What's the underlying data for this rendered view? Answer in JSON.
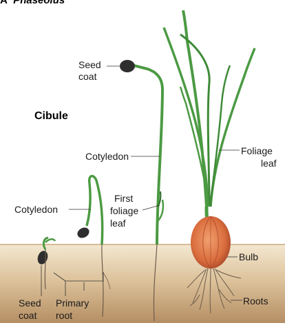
{
  "title_letter": "A",
  "title_name": "Phaseolus",
  "heading": "Cibule",
  "labels": {
    "seed_coat_top_1": "Seed",
    "seed_coat_top_2": "coat",
    "cotyledon_mid": "Cotyledon",
    "cotyledon_left": "Cotyledon",
    "first_foliage_1": "First",
    "first_foliage_2": "foliage",
    "first_foliage_3": "leaf",
    "foliage_leaf_1": "Foliage",
    "foliage_leaf_2": "leaf",
    "bulb": "Bulb",
    "roots": "Roots",
    "seed_coat_bottom_1": "Seed",
    "seed_coat_bottom_2": "coat",
    "primary_root_1": "Primary",
    "primary_root_2": "root"
  },
  "colors": {
    "soil_top": "#f2e6cf",
    "soil_bottom": "#b99368",
    "stem": "#4c9a43",
    "stem_dark": "#2e6b2b",
    "seed": "#2c2c2c",
    "bulb": "#e07b4a",
    "root": "#6b5b4a",
    "leader": "#333333"
  }
}
